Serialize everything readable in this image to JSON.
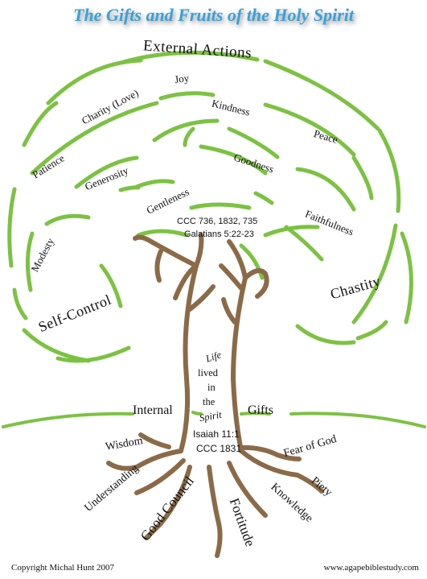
{
  "title": "The Gifts and Fruits of the Holy Spirit",
  "headings": {
    "external": "External Actions",
    "internal": "Internal",
    "gifts": "Gifts"
  },
  "fruits": {
    "charity": "Charity (Love)",
    "joy": "Joy",
    "kindness": "Kindness",
    "peace": "Peace",
    "patience": "Patience",
    "generosity": "Generosity",
    "goodness": "Goodness",
    "gentleness": "Gentleness",
    "faithfulness": "Faithfulness",
    "modesty": "Modesty",
    "self_control": "Self-Control",
    "chastity": "Chastity"
  },
  "references": {
    "ccc_fruits": "CCC 736, 1832, 735",
    "galatians": "Galatians 5:22-23",
    "isaiah": "Isaiah 11:1",
    "ccc_gifts": "CCC 1831"
  },
  "trunk_text": {
    "line1": "Life",
    "line2": "lived",
    "line3": "in",
    "line4": "the",
    "line5": "Spirit"
  },
  "gifts": {
    "wisdom": "Wisdom",
    "understanding": "Understanding",
    "good_council": "Good Council",
    "fortitude": "Fortitude",
    "knowledge": "Knowledge",
    "piety": "Piety",
    "fear_of_god": "Fear of God"
  },
  "footer": {
    "copyright": "Copyright  Michal Hunt  2007",
    "website": "www.agapebiblestudy.com"
  },
  "colors": {
    "leaf_green": "#7cc242",
    "bark_brown": "#8b6a47",
    "title_blue": "#3aa0d8"
  }
}
